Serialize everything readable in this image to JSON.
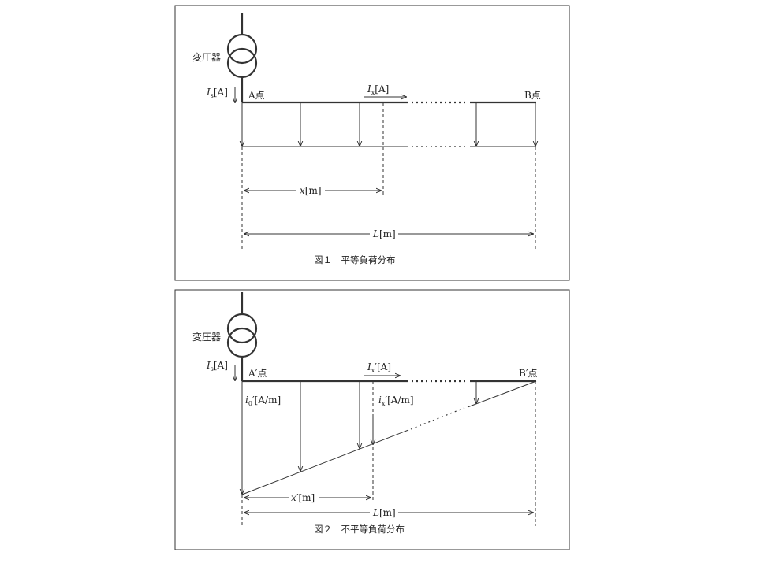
{
  "figure1": {
    "transformer_label": "変圧器",
    "source_current": {
      "symbol": "I",
      "sub": "s",
      "unit": "[A]"
    },
    "point_a": "A点",
    "point_b": "B点",
    "current_x": {
      "symbol": "I",
      "sub": "x",
      "unit": "[A]"
    },
    "dim_x": {
      "symbol": "x",
      "unit": "[m]"
    },
    "dim_l": {
      "symbol": "L",
      "unit": "[m]"
    },
    "caption": "図１　平等負荷分布"
  },
  "figure2": {
    "transformer_label": "変圧器",
    "source_current": {
      "symbol": "I",
      "sub": "s",
      "unit": "[A]"
    },
    "point_a": "A′点",
    "point_b": "B′点",
    "current_x": {
      "symbol": "I",
      "sub": "x",
      "prime": "′",
      "unit": "[A]"
    },
    "density_0": {
      "symbol": "i",
      "sub": "0",
      "prime": "′",
      "unit": "[A/m]"
    },
    "density_x": {
      "symbol": "i",
      "sub": "x",
      "prime": "′",
      "unit": "[A/m]"
    },
    "dim_x": {
      "symbol": "x′",
      "unit": "[m]"
    },
    "dim_l": {
      "symbol": "L",
      "unit": "[m]"
    },
    "caption": "図２　不平等負荷分布"
  },
  "colors": {
    "ink": "#333333",
    "background": "#ffffff"
  },
  "icons": [
    "transformer-icon"
  ]
}
